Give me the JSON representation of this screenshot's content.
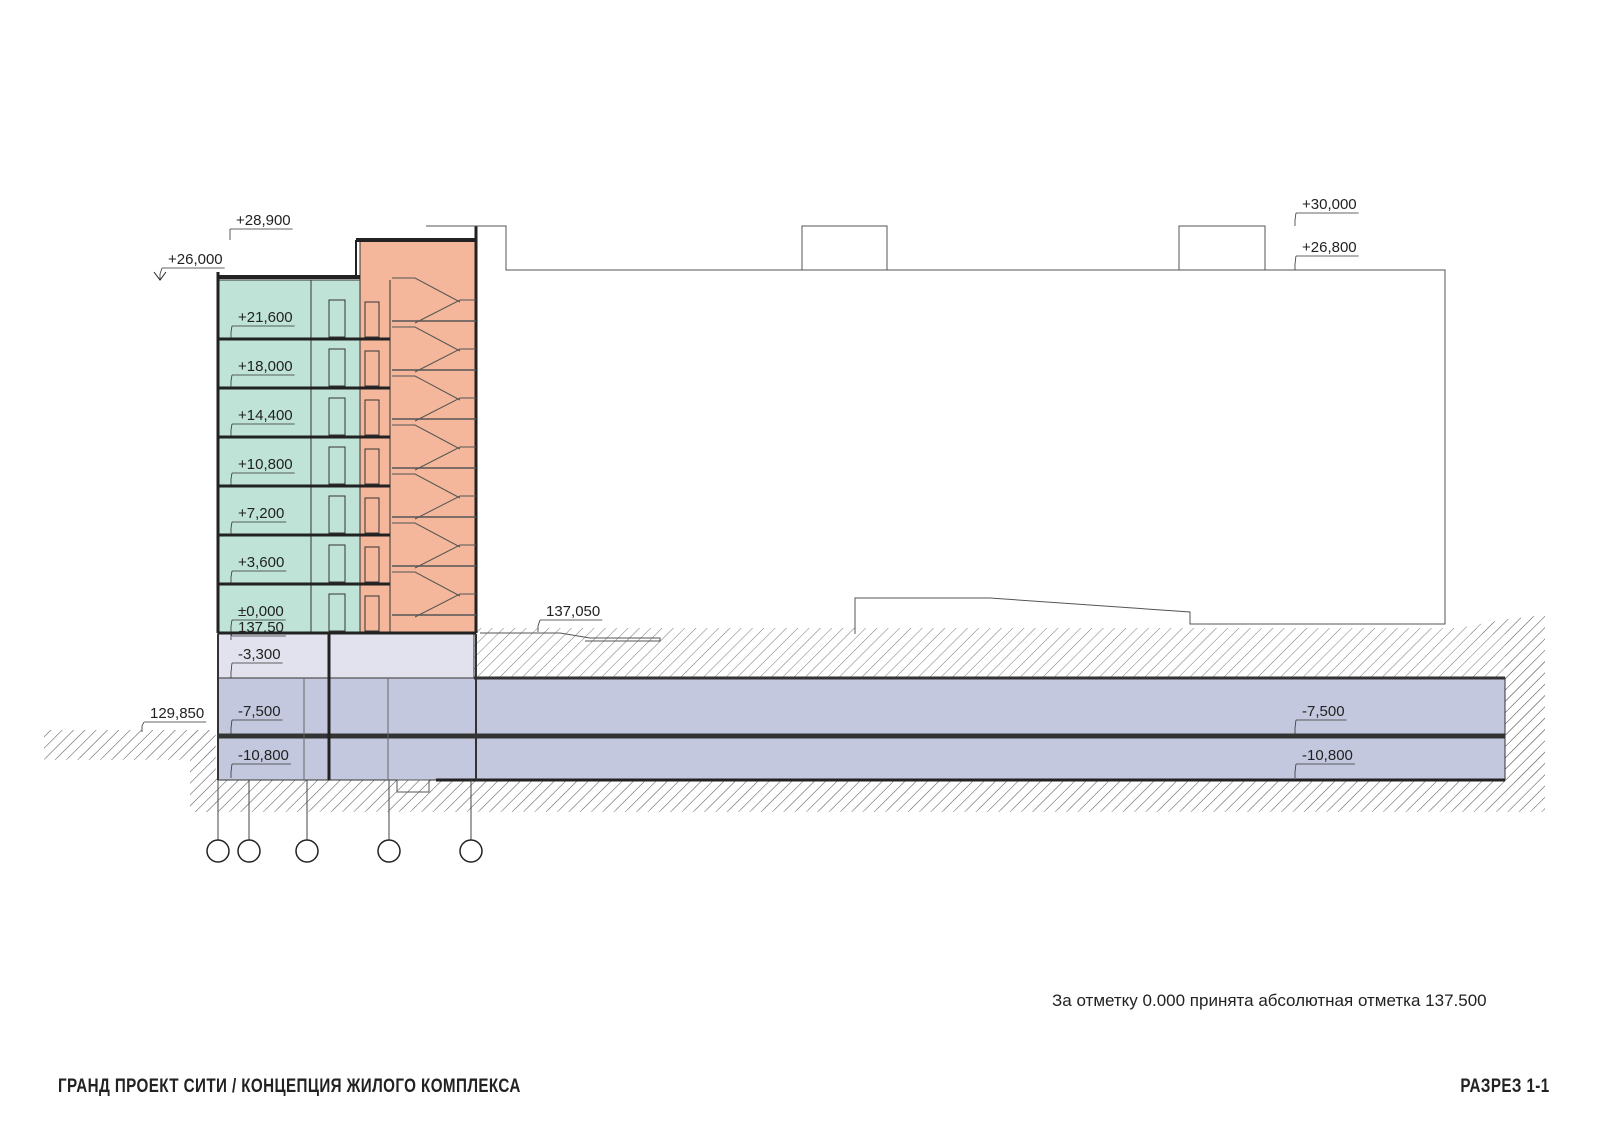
{
  "drawing": {
    "note": "За отметку 0.000 принята абсолютная отметка 137.500",
    "project_title": "ГРАНД ПРОЕКТ СИТИ / КОНЦЕПЦИЯ ЖИЛОГО КОМПЛЕКСА",
    "sheet_title": "РАЗРЕЗ 1-1"
  },
  "levels": {
    "top_parapet": "+28,900",
    "left_roof": "+26,000",
    "right_parapet": "+30,000",
    "right_roof": "+26,800",
    "floors": [
      "+21,600",
      "+18,000",
      "+14,400",
      "+10,800",
      "+7,200",
      "+3,600",
      "±0,000"
    ],
    "abs_ground_floor": "137,50",
    "abs_yard": "137,050",
    "basement_1": "-3,300",
    "basement_2_left": "-7,500",
    "basement_3_left": "-10,800",
    "abs_street": "129,850",
    "basement_2_right": "-7,500",
    "basement_3_right": "-10,800"
  },
  "colors": {
    "apartments": "#bfe3d6",
    "stairwell": "#f4b79b",
    "basement_upper": "#e2e2ee",
    "parking": "#c4c8de",
    "line": "#333333"
  }
}
